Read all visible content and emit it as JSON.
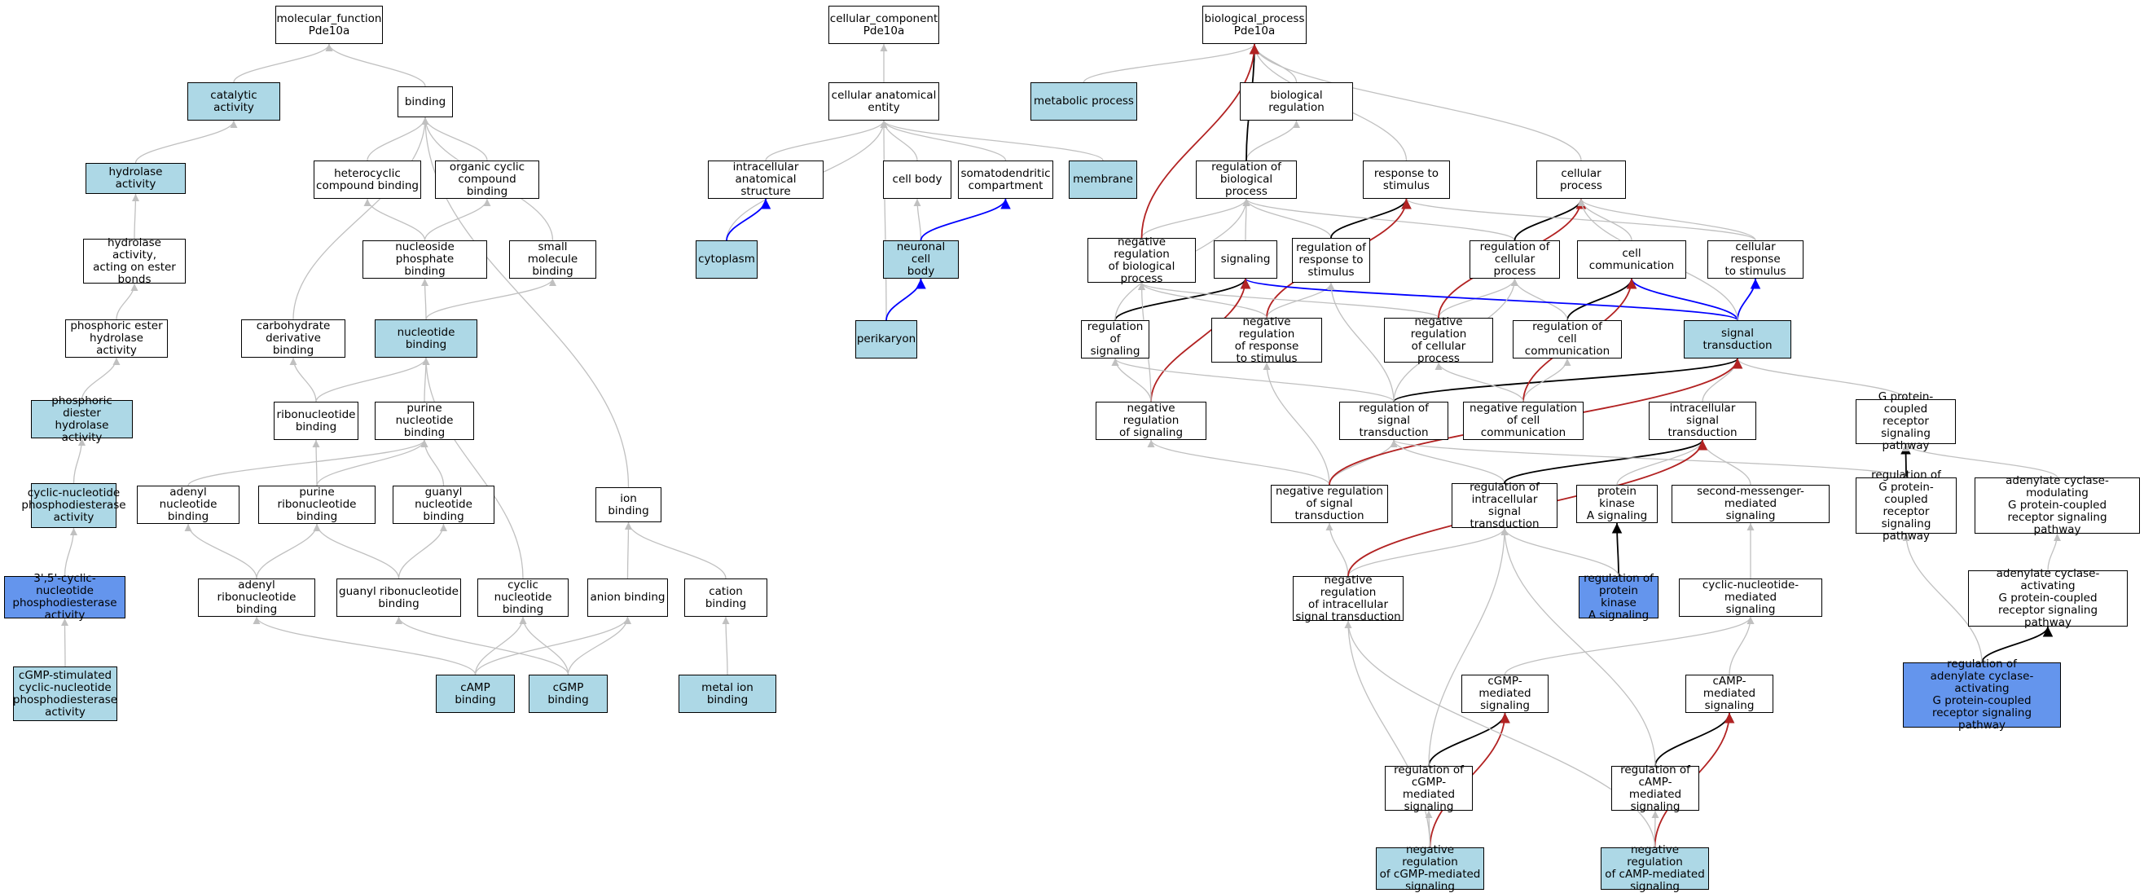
{
  "colors": {
    "plain": "#ffffff",
    "highlight": "#add8e6",
    "selected": "#6495ed",
    "edge_default": "#c0c0c0",
    "edge_positive": "#000000",
    "edge_negative": "#b22222",
    "edge_part_of": "#0000ff"
  },
  "nodes": {
    "mf": {
      "label": "molecular_function\nPde10a",
      "style": "plain"
    },
    "catalytic": {
      "label": "catalytic activity",
      "style": "highlight"
    },
    "binding": {
      "label": "binding",
      "style": "plain"
    },
    "hydrolase": {
      "label": "hydrolase activity",
      "style": "highlight"
    },
    "heterocyclic": {
      "label": "heterocyclic\ncompound binding",
      "style": "plain"
    },
    "organic_cyclic": {
      "label": "organic cyclic\ncompound binding",
      "style": "plain"
    },
    "hydrolase_ester": {
      "label": "hydrolase activity,\nacting on ester\nbonds",
      "style": "plain"
    },
    "nucleoside_phosphate": {
      "label": "nucleoside phosphate\nbinding",
      "style": "plain"
    },
    "small_molecule": {
      "label": "small molecule\nbinding",
      "style": "plain"
    },
    "phosphoric_ester": {
      "label": "phosphoric ester\nhydrolase activity",
      "style": "plain"
    },
    "carbohydrate_deriv": {
      "label": "carbohydrate\nderivative binding",
      "style": "plain"
    },
    "nucleotide_binding": {
      "label": "nucleotide binding",
      "style": "highlight"
    },
    "phosphoric_diester": {
      "label": "phosphoric diester\nhydrolase activity",
      "style": "highlight"
    },
    "ribonucleotide": {
      "label": "ribonucleotide\nbinding",
      "style": "plain"
    },
    "purine_nucleotide": {
      "label": "purine nucleotide\nbinding",
      "style": "plain"
    },
    "cyclic_pde": {
      "label": "cyclic-nucleotide\nphosphodiesterase\nactivity",
      "style": "highlight"
    },
    "adenyl_nucleotide": {
      "label": "adenyl nucleotide\nbinding",
      "style": "plain"
    },
    "purine_ribonucleotide": {
      "label": "purine ribonucleotide\nbinding",
      "style": "plain"
    },
    "guanyl_nucleotide": {
      "label": "guanyl nucleotide\nbinding",
      "style": "plain"
    },
    "ion_binding": {
      "label": "ion binding",
      "style": "plain"
    },
    "pde_35": {
      "label": "3',5'-cyclic-nucleotide\nphosphodiesterase\nactivity",
      "style": "selected"
    },
    "adenyl_ribonucleotide": {
      "label": "adenyl ribonucleotide\nbinding",
      "style": "plain"
    },
    "guanyl_ribonucleotide": {
      "label": "guanyl ribonucleotide\nbinding",
      "style": "plain"
    },
    "cyclic_nucleotide": {
      "label": "cyclic nucleotide\nbinding",
      "style": "plain"
    },
    "anion_binding": {
      "label": "anion binding",
      "style": "plain"
    },
    "cation_binding": {
      "label": "cation binding",
      "style": "plain"
    },
    "cgmp_stim_pde": {
      "label": "cGMP-stimulated\ncyclic-nucleotide\nphosphodiesterase\nactivity",
      "style": "highlight"
    },
    "camp_binding": {
      "label": "cAMP binding",
      "style": "highlight"
    },
    "cgmp_binding": {
      "label": "cGMP binding",
      "style": "highlight"
    },
    "metal_ion": {
      "label": "metal ion binding",
      "style": "highlight"
    },
    "cc": {
      "label": "cellular_component\nPde10a",
      "style": "plain"
    },
    "cae": {
      "label": "cellular anatomical\nentity",
      "style": "plain"
    },
    "ias": {
      "label": "intracellular\nanatomical structure",
      "style": "plain"
    },
    "cell_body": {
      "label": "cell body",
      "style": "plain"
    },
    "somatodendritic": {
      "label": "somatodendritic\ncompartment",
      "style": "plain"
    },
    "membrane": {
      "label": "membrane",
      "style": "highlight"
    },
    "cytoplasm": {
      "label": "cytoplasm",
      "style": "highlight"
    },
    "neuronal_cell_body": {
      "label": "neuronal cell\nbody",
      "style": "highlight"
    },
    "perikaryon": {
      "label": "perikaryon",
      "style": "highlight"
    },
    "bp": {
      "label": "biological_process\nPde10a",
      "style": "plain"
    },
    "metabolic": {
      "label": "metabolic process",
      "style": "highlight"
    },
    "bio_reg": {
      "label": "biological regulation",
      "style": "plain"
    },
    "reg_bp": {
      "label": "regulation of\nbiological process",
      "style": "plain"
    },
    "resp_stim": {
      "label": "response to\nstimulus",
      "style": "plain"
    },
    "cellular_process": {
      "label": "cellular process",
      "style": "plain"
    },
    "neg_reg_bp": {
      "label": "negative regulation\nof biological\nprocess",
      "style": "plain"
    },
    "signaling": {
      "label": "signaling",
      "style": "plain"
    },
    "reg_resp_stim": {
      "label": "regulation of\nresponse to\nstimulus",
      "style": "plain"
    },
    "reg_cp": {
      "label": "regulation of\ncellular process",
      "style": "plain"
    },
    "cell_comm": {
      "label": "cell communication",
      "style": "plain"
    },
    "cell_resp_stim": {
      "label": "cellular response\nto stimulus",
      "style": "plain"
    },
    "reg_signaling": {
      "label": "regulation of\nsignaling",
      "style": "plain"
    },
    "neg_reg_resp_stim": {
      "label": "negative regulation\nof response\nto stimulus",
      "style": "plain"
    },
    "neg_reg_cp": {
      "label": "negative regulation\nof cellular\nprocess",
      "style": "plain"
    },
    "reg_cell_comm": {
      "label": "regulation of\ncell communication",
      "style": "plain"
    },
    "signal_transduction": {
      "label": "signal transduction",
      "style": "highlight"
    },
    "neg_reg_signaling": {
      "label": "negative regulation\nof signaling",
      "style": "plain"
    },
    "reg_st": {
      "label": "regulation of\nsignal transduction",
      "style": "plain"
    },
    "neg_reg_cell_comm": {
      "label": "negative regulation\nof cell communication",
      "style": "plain"
    },
    "ist": {
      "label": "intracellular\nsignal transduction",
      "style": "plain"
    },
    "gpcr": {
      "label": "G protein-coupled\nreceptor signaling\npathway",
      "style": "plain"
    },
    "neg_reg_st": {
      "label": "negative regulation\nof signal transduction",
      "style": "plain"
    },
    "reg_ist": {
      "label": "regulation of\nintracellular\nsignal transduction",
      "style": "plain"
    },
    "pka": {
      "label": "protein kinase\nA signaling",
      "style": "plain"
    },
    "second_messenger": {
      "label": "second-messenger-mediated\nsignaling",
      "style": "plain"
    },
    "reg_gpcr": {
      "label": "regulation of\nG protein-coupled\nreceptor signaling\npathway",
      "style": "plain"
    },
    "ac_mod": {
      "label": "adenylate cyclase-modulating\nG protein-coupled\nreceptor signaling\npathway",
      "style": "plain"
    },
    "neg_reg_ist": {
      "label": "negative regulation\nof intracellular\nsignal transduction",
      "style": "plain"
    },
    "reg_pka": {
      "label": "regulation of\nprotein kinase\nA signaling",
      "style": "selected"
    },
    "cn_mediated": {
      "label": "cyclic-nucleotide-mediated\nsignaling",
      "style": "plain"
    },
    "ac_act": {
      "label": "adenylate cyclase-activating\nG protein-coupled\nreceptor signaling\npathway",
      "style": "plain"
    },
    "cgmp_mediated": {
      "label": "cGMP-mediated\nsignaling",
      "style": "plain"
    },
    "camp_mediated": {
      "label": "cAMP-mediated\nsignaling",
      "style": "plain"
    },
    "reg_ac_act": {
      "label": "regulation of\nadenylate cyclase-activating\nG protein-coupled\nreceptor signaling\npathway",
      "style": "selected"
    },
    "reg_cgmp": {
      "label": "regulation of\ncGMP-mediated\nsignaling",
      "style": "plain"
    },
    "reg_camp": {
      "label": "regulation of\ncAMP-mediated\nsignaling",
      "style": "plain"
    },
    "neg_reg_cgmp": {
      "label": "negative regulation\nof cGMP-mediated\nsignaling",
      "style": "highlight"
    },
    "neg_reg_camp": {
      "label": "negative regulation\nof cAMP-mediated\nsignaling",
      "style": "highlight"
    }
  },
  "edges": [
    [
      "catalytic",
      "mf",
      "default"
    ],
    [
      "binding",
      "mf",
      "default"
    ],
    [
      "hydrolase",
      "catalytic",
      "default"
    ],
    [
      "hydrolase_ester",
      "hydrolase",
      "default"
    ],
    [
      "phosphoric_ester",
      "hydrolase_ester",
      "default"
    ],
    [
      "phosphoric_diester",
      "phosphoric_ester",
      "default"
    ],
    [
      "cyclic_pde",
      "phosphoric_diester",
      "default"
    ],
    [
      "pde_35",
      "cyclic_pde",
      "default"
    ],
    [
      "cgmp_stim_pde",
      "pde_35",
      "default"
    ],
    [
      "heterocyclic",
      "binding",
      "default"
    ],
    [
      "organic_cyclic",
      "binding",
      "default"
    ],
    [
      "nucleoside_phosphate",
      "heterocyclic",
      "default"
    ],
    [
      "nucleoside_phosphate",
      "organic_cyclic",
      "default"
    ],
    [
      "small_molecule",
      "binding",
      "default"
    ],
    [
      "carbohydrate_deriv",
      "binding",
      "default"
    ],
    [
      "ion_binding",
      "binding",
      "default"
    ],
    [
      "nucleotide_binding",
      "nucleoside_phosphate",
      "default"
    ],
    [
      "nucleotide_binding",
      "small_molecule",
      "default"
    ],
    [
      "ribonucleotide",
      "nucleotide_binding",
      "default"
    ],
    [
      "ribonucleotide",
      "carbohydrate_deriv",
      "default"
    ],
    [
      "purine_nucleotide",
      "nucleotide_binding",
      "default"
    ],
    [
      "adenyl_nucleotide",
      "purine_nucleotide",
      "default"
    ],
    [
      "purine_ribonucleotide",
      "ribonucleotide",
      "default"
    ],
    [
      "purine_ribonucleotide",
      "purine_nucleotide",
      "default"
    ],
    [
      "guanyl_nucleotide",
      "purine_nucleotide",
      "default"
    ],
    [
      "adenyl_ribonucleotide",
      "adenyl_nucleotide",
      "default"
    ],
    [
      "adenyl_ribonucleotide",
      "purine_ribonucleotide",
      "default"
    ],
    [
      "guanyl_ribonucleotide",
      "purine_ribonucleotide",
      "default"
    ],
    [
      "guanyl_ribonucleotide",
      "guanyl_nucleotide",
      "default"
    ],
    [
      "cyclic_nucleotide",
      "nucleotide_binding",
      "default"
    ],
    [
      "anion_binding",
      "ion_binding",
      "default"
    ],
    [
      "cation_binding",
      "ion_binding",
      "default"
    ],
    [
      "metal_ion",
      "cation_binding",
      "default"
    ],
    [
      "camp_binding",
      "adenyl_ribonucleotide",
      "default"
    ],
    [
      "camp_binding",
      "cyclic_nucleotide",
      "default"
    ],
    [
      "camp_binding",
      "anion_binding",
      "default"
    ],
    [
      "cgmp_binding",
      "guanyl_ribonucleotide",
      "default"
    ],
    [
      "cgmp_binding",
      "cyclic_nucleotide",
      "default"
    ],
    [
      "cgmp_binding",
      "anion_binding",
      "default"
    ],
    [
      "cae",
      "cc",
      "default"
    ],
    [
      "ias",
      "cae",
      "default"
    ],
    [
      "cell_body",
      "cae",
      "default"
    ],
    [
      "somatodendritic",
      "cae",
      "default"
    ],
    [
      "membrane",
      "cae",
      "default"
    ],
    [
      "cytoplasm",
      "cae",
      "default"
    ],
    [
      "cytoplasm",
      "ias",
      "part_of"
    ],
    [
      "neuronal_cell_body",
      "cell_body",
      "default"
    ],
    [
      "neuronal_cell_body",
      "somatodendritic",
      "part_of"
    ],
    [
      "perikaryon",
      "cae",
      "default"
    ],
    [
      "perikaryon",
      "neuronal_cell_body",
      "part_of"
    ],
    [
      "metabolic",
      "bp",
      "default"
    ],
    [
      "bio_reg",
      "bp",
      "default"
    ],
    [
      "reg_bp",
      "bio_reg",
      "default"
    ],
    [
      "reg_bp",
      "bp",
      "positive"
    ],
    [
      "resp_stim",
      "bp",
      "default"
    ],
    [
      "cellular_process",
      "bp",
      "default"
    ],
    [
      "neg_reg_bp",
      "reg_bp",
      "default"
    ],
    [
      "neg_reg_bp",
      "bp",
      "negative"
    ],
    [
      "signaling",
      "reg_bp",
      "default"
    ],
    [
      "reg_resp_stim",
      "reg_bp",
      "default"
    ],
    [
      "reg_resp_stim",
      "resp_stim",
      "positive"
    ],
    [
      "reg_cp",
      "reg_bp",
      "default"
    ],
    [
      "reg_cp",
      "cellular_process",
      "positive"
    ],
    [
      "cell_comm",
      "cellular_process",
      "default"
    ],
    [
      "cell_resp_stim",
      "resp_stim",
      "default"
    ],
    [
      "cell_resp_stim",
      "cellular_process",
      "default"
    ],
    [
      "reg_signaling",
      "signaling",
      "positive"
    ],
    [
      "reg_signaling",
      "reg_bp",
      "default"
    ],
    [
      "neg_reg_resp_stim",
      "reg_resp_stim",
      "default"
    ],
    [
      "neg_reg_resp_stim",
      "resp_stim",
      "negative"
    ],
    [
      "neg_reg_resp_stim",
      "neg_reg_bp",
      "default"
    ],
    [
      "neg_reg_cp",
      "reg_cp",
      "default"
    ],
    [
      "neg_reg_cp",
      "neg_reg_bp",
      "default"
    ],
    [
      "neg_reg_cp",
      "cellular_process",
      "negative"
    ],
    [
      "reg_cell_comm",
      "cell_comm",
      "positive"
    ],
    [
      "reg_cell_comm",
      "reg_cp",
      "default"
    ],
    [
      "signal_transduction",
      "signaling",
      "part_of"
    ],
    [
      "signal_transduction",
      "cell_comm",
      "part_of"
    ],
    [
      "signal_transduction",
      "cell_resp_stim",
      "part_of"
    ],
    [
      "signal_transduction",
      "cellular_process",
      "default"
    ],
    [
      "neg_reg_signaling",
      "reg_signaling",
      "default"
    ],
    [
      "neg_reg_signaling",
      "signaling",
      "negative"
    ],
    [
      "neg_reg_signaling",
      "neg_reg_bp",
      "default"
    ],
    [
      "reg_st",
      "reg_signaling",
      "default"
    ],
    [
      "reg_st",
      "signal_transduction",
      "positive"
    ],
    [
      "reg_st",
      "reg_resp_stim",
      "default"
    ],
    [
      "reg_st",
      "reg_cp",
      "default"
    ],
    [
      "neg_reg_cell_comm",
      "reg_cell_comm",
      "default"
    ],
    [
      "neg_reg_cell_comm",
      "cell_comm",
      "negative"
    ],
    [
      "neg_reg_cell_comm",
      "neg_reg_cp",
      "default"
    ],
    [
      "ist",
      "signal_transduction",
      "default"
    ],
    [
      "gpcr",
      "signal_transduction",
      "default"
    ],
    [
      "neg_reg_st",
      "reg_st",
      "default"
    ],
    [
      "neg_reg_st",
      "neg_reg_signaling",
      "default"
    ],
    [
      "neg_reg_st",
      "neg_reg_resp_stim",
      "default"
    ],
    [
      "neg_reg_st",
      "signal_transduction",
      "negative"
    ],
    [
      "reg_ist",
      "reg_st",
      "default"
    ],
    [
      "reg_ist",
      "ist",
      "positive"
    ],
    [
      "pka",
      "ist",
      "default"
    ],
    [
      "second_messenger",
      "ist",
      "default"
    ],
    [
      "reg_gpcr",
      "gpcr",
      "positive"
    ],
    [
      "reg_gpcr",
      "reg_st",
      "default"
    ],
    [
      "ac_mod",
      "gpcr",
      "default"
    ],
    [
      "neg_reg_ist",
      "reg_ist",
      "default"
    ],
    [
      "neg_reg_ist",
      "neg_reg_st",
      "default"
    ],
    [
      "neg_reg_ist",
      "ist",
      "negative"
    ],
    [
      "reg_pka",
      "pka",
      "positive"
    ],
    [
      "reg_pka",
      "reg_ist",
      "default"
    ],
    [
      "cn_mediated",
      "second_messenger",
      "default"
    ],
    [
      "ac_act",
      "ac_mod",
      "default"
    ],
    [
      "cgmp_mediated",
      "cn_mediated",
      "default"
    ],
    [
      "camp_mediated",
      "cn_mediated",
      "default"
    ],
    [
      "reg_ac_act",
      "ac_act",
      "positive"
    ],
    [
      "reg_ac_act",
      "reg_gpcr",
      "default"
    ],
    [
      "reg_cgmp",
      "cgmp_mediated",
      "positive"
    ],
    [
      "reg_cgmp",
      "reg_ist",
      "default"
    ],
    [
      "reg_camp",
      "camp_mediated",
      "positive"
    ],
    [
      "reg_camp",
      "reg_ist",
      "default"
    ],
    [
      "neg_reg_cgmp",
      "reg_cgmp",
      "default"
    ],
    [
      "neg_reg_cgmp",
      "cgmp_mediated",
      "negative"
    ],
    [
      "neg_reg_cgmp",
      "neg_reg_ist",
      "default"
    ],
    [
      "neg_reg_camp",
      "reg_camp",
      "default"
    ],
    [
      "neg_reg_camp",
      "camp_mediated",
      "negative"
    ],
    [
      "neg_reg_camp",
      "neg_reg_ist",
      "default"
    ]
  ]
}
